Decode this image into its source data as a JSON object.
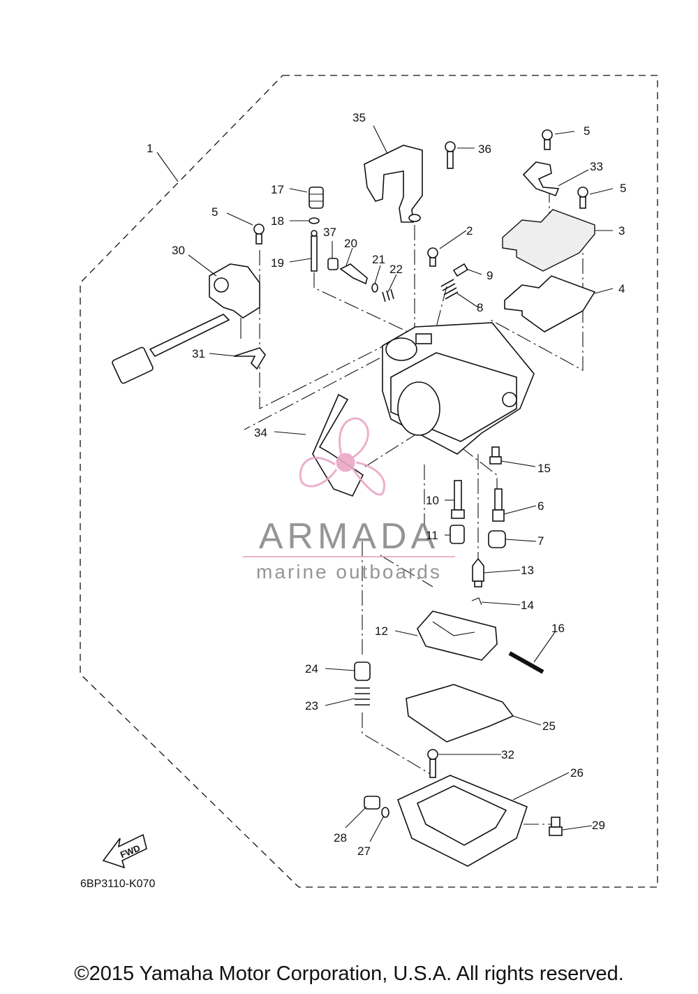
{
  "diagram_code": "6BP3110-K070",
  "fwd_label": "FWD",
  "watermark": {
    "brand": "ARMADA",
    "tagline": "marine outboards",
    "color": "#e9a7c6",
    "text_color": "#8a8a8a"
  },
  "copyright": "©2015 Yamaha Motor Corporation, U.S.A. All rights reserved.",
  "callouts": [
    "1",
    "2",
    "3",
    "4",
    "5",
    "5",
    "5",
    "6",
    "7",
    "8",
    "9",
    "10",
    "11",
    "12",
    "13",
    "14",
    "15",
    "16",
    "17",
    "18",
    "19",
    "20",
    "21",
    "22",
    "23",
    "24",
    "25",
    "26",
    "27",
    "28",
    "29",
    "30",
    "31",
    "32",
    "33",
    "34",
    "35",
    "36",
    "37"
  ]
}
